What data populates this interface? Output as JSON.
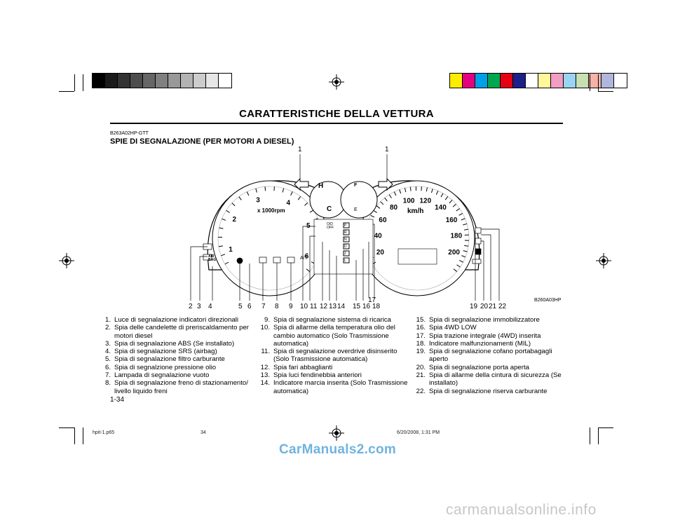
{
  "header": {
    "title": "CARATTERISTICHE DELLA VETTURA",
    "code": "B263A02HP-GTT",
    "heading": "SPIE DI SEGNALAZIONE (PER MOTORI A DIESEL)"
  },
  "figure": {
    "code": "B260A03HP",
    "top_callouts": [
      "1",
      "1"
    ],
    "bottom_callouts": [
      "2",
      "3",
      "4",
      "5",
      "6",
      "7",
      "8",
      "9",
      "10",
      "11",
      "12",
      "13",
      "14",
      "15",
      "16",
      "17",
      "18",
      "19",
      "20",
      "21",
      "22"
    ],
    "tacho_labels": [
      "1",
      "2",
      "3",
      "4",
      "5",
      "6",
      "x 1000rpm",
      "A/T"
    ],
    "speedo_labels": [
      "20",
      "40",
      "60",
      "80",
      "100",
      "120",
      "140",
      "160",
      "180",
      "200",
      "km/h"
    ],
    "temp_labels": [
      "H",
      "C"
    ],
    "fuel_labels": [
      "F",
      "E"
    ],
    "gear_labels": [
      "P",
      "R",
      "N",
      "D",
      "2",
      "L"
    ],
    "od_label": "O/D\nOFF",
    "airbag_label": "AIR\nBAG"
  },
  "legend": {
    "col1": [
      {
        "n": "1.",
        "t": "Luce di segnalazione indicatori direzionali"
      },
      {
        "n": "2.",
        "t": "Spia delle candelette di preriscaldamento per motori diesel"
      },
      {
        "n": "3.",
        "t": "Spia di segnalazione ABS (Se installato)"
      },
      {
        "n": "4.",
        "t": "Spia di segnalazione SRS (airbag)"
      },
      {
        "n": "5.",
        "t": "Spia di segnalazione filtro carburante"
      },
      {
        "n": "6.",
        "t": "Spia di segnalzione pressione olio"
      },
      {
        "n": "7.",
        "t": "Lampada di segnalazione vuoto"
      },
      {
        "n": "8.",
        "t": "Spia di segnalazione freno di stazionamento/ livello liquido freni"
      }
    ],
    "col2": [
      {
        "n": "9.",
        "t": "Spia di segnalazione sistema di ricarica"
      },
      {
        "n": "10.",
        "t": "Spia di allarme della temperatura olio del cambio automatico (Solo Trasmissione automatica)"
      },
      {
        "n": "11.",
        "t": "Spia di segnalazione overdrive disinserito (Solo Trasmissione automatica)"
      },
      {
        "n": "12.",
        "t": "Spia fari abbaglianti"
      },
      {
        "n": "13.",
        "t": "Spia luci fendinebbia anteriori"
      },
      {
        "n": "14.",
        "t": "Indicatore marcia inserita (Solo Trasmissione automatica)"
      }
    ],
    "col3": [
      {
        "n": "15.",
        "t": "Spia di segnalazione immobilizzatore"
      },
      {
        "n": "16.",
        "t": "Spia 4WD LOW"
      },
      {
        "n": "17.",
        "t": "Spia trazione integrale (4WD) inserita"
      },
      {
        "n": "18.",
        "t": "Indicatore malfunzionamenti (MIL)"
      },
      {
        "n": "19.",
        "t": "Spia di segnalazione cofano portabagagli aperto"
      },
      {
        "n": "20.",
        "t": "Spia di segnalazione porta aperta"
      },
      {
        "n": "21.",
        "t": "Spia di allarme della cintura di sicurezza (Se installato)"
      },
      {
        "n": "22.",
        "t": "Spia di segnalazione riserva carburante"
      }
    ]
  },
  "page_number": "1-34",
  "footer": {
    "file": "hpit-1.p65",
    "page": "34",
    "date": "6/20/2008, 1:31 PM"
  },
  "watermarks": {
    "w1": "CarManuals2.com",
    "w2": "carmanualsonline.info"
  },
  "colors": {
    "gray_bar": [
      "#000000",
      "#1a1a1a",
      "#333333",
      "#4d4d4d",
      "#666666",
      "#808080",
      "#999999",
      "#b3b3b3",
      "#cccccc",
      "#e6e6e6",
      "#ffffff"
    ],
    "color_bar": [
      "#ffed00",
      "#e4007f",
      "#00a0e9",
      "#00a650",
      "#e60012",
      "#1d2088",
      "#ffffff",
      "#fff799",
      "#f19ec2",
      "#9bd3f3",
      "#c6e0b4",
      "#f5b2a8",
      "#b0b7dd",
      "#ffffff"
    ]
  }
}
